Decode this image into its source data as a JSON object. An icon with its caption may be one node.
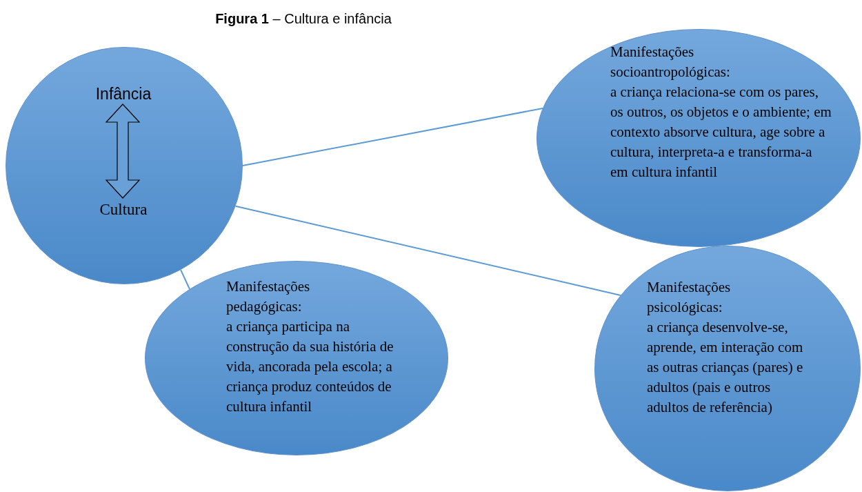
{
  "diagram": {
    "title": "**Figura 1** – Cultura e infância",
    "nodes": [
      {
        "text": [],
        "shape": "circle"
      },
      {
        "text": [
          "Infância"
        ],
        "in": 0
      },
      {
        "text": [
          "Cultura"
        ],
        "in": 0
      },
      {
        "text": [
          "Manifestações socioantropológicas:",
          "a criança relaciona-se com os pares, os outros, os objetos e o ambiente; em contexto absorve cultura, age sobre a cultura, interpreta-a e transforma-a em cultura infantil"
        ]
      },
      {
        "text": [
          "Manifestações pedagógicas:",
          "a criança participa na construção da sua história de vida, ancorada pela escola; a criança produz conteúdos de cultura infantil"
        ]
      },
      {
        "text": [
          "Manifestações psicológicas:",
          "a criança desenvolve-se, aprende, em interação com as outras crianças (pares) e adultos (pais e outros adultos de referência)"
        ]
      }
    ],
    "edges": [
      {
        "from": 1,
        "to": 2,
        "arrow": "both"
      },
      {
        "from": 0,
        "to": 3,
        "arrow": "none"
      },
      {
        "from": 0,
        "to": 4,
        "arrow": "none"
      },
      {
        "from": 0,
        "to": 5,
        "arrow": "none"
      }
    ]
  }
}
